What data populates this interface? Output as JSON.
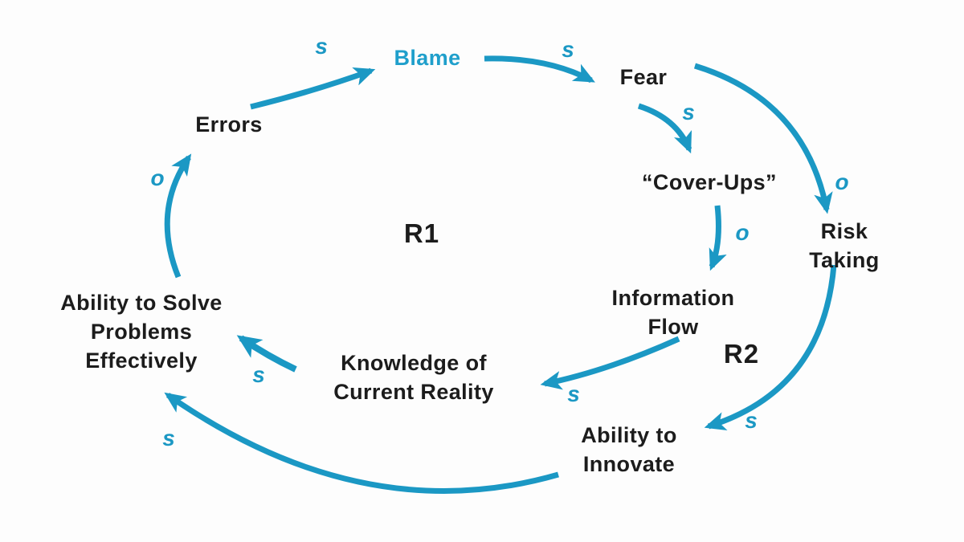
{
  "diagram": {
    "type": "causal-loop-diagram",
    "nodes": [
      {
        "id": "errors",
        "label": "Errors"
      },
      {
        "id": "blame",
        "label": "Blame",
        "emphasis": "accent"
      },
      {
        "id": "fear",
        "label": "Fear"
      },
      {
        "id": "cover-ups",
        "label": "“Cover-Ups”"
      },
      {
        "id": "risk-taking",
        "label": "Risk Taking"
      },
      {
        "id": "information-flow",
        "label": "Information\nFlow"
      },
      {
        "id": "knowledge-of-current-reality",
        "label": "Knowledge of\nCurrent Reality"
      },
      {
        "id": "ability-to-solve-problems",
        "label": "Ability to Solve\nProblems\nEffectively"
      },
      {
        "id": "ability-to-innovate",
        "label": "Ability to\nInnovate"
      }
    ],
    "loops": [
      {
        "id": "R1",
        "label": "R1"
      },
      {
        "id": "R2",
        "label": "R2"
      }
    ],
    "links": [
      {
        "from": "errors",
        "to": "blame",
        "polarity": "s"
      },
      {
        "from": "blame",
        "to": "fear",
        "polarity": "s"
      },
      {
        "from": "fear",
        "to": "cover-ups",
        "polarity": "s"
      },
      {
        "from": "fear",
        "to": "risk-taking",
        "polarity": "o"
      },
      {
        "from": "cover-ups",
        "to": "information-flow",
        "polarity": "o"
      },
      {
        "from": "information-flow",
        "to": "knowledge-of-current-reality",
        "polarity": "s"
      },
      {
        "from": "knowledge-of-current-reality",
        "to": "ability-to-solve-problems",
        "polarity": "s"
      },
      {
        "from": "ability-to-solve-problems",
        "to": "errors",
        "polarity": "o"
      },
      {
        "from": "risk-taking",
        "to": "ability-to-innovate",
        "polarity": "s"
      },
      {
        "from": "ability-to-innovate",
        "to": "ability-to-solve-problems",
        "polarity": "s"
      }
    ],
    "colors": {
      "accent": "#1b98c4",
      "node_text": "#1c1c1c",
      "background": "#fdfdfd"
    }
  }
}
